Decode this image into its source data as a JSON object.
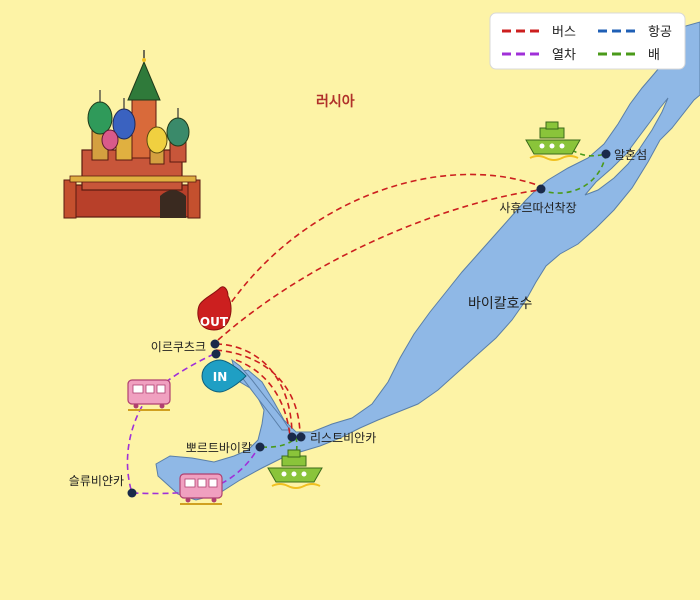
{
  "map": {
    "country_label": "러시아",
    "lake_label": "바이칼호수"
  },
  "places": {
    "irkutsk": "이르쿠츠크",
    "listvyanka": "리스트비안카",
    "port_baikal": "뽀르트바이칼",
    "slyudyanka": "슬류비얀카",
    "sakhyurta": "사휴르따선착장",
    "olkhon": "알혼섬"
  },
  "markers": {
    "out": "OUT",
    "in": "IN"
  },
  "legend": {
    "bus": "버스",
    "air": "항공",
    "train": "열차",
    "ship": "배"
  },
  "colors": {
    "bus": "#cc1f1f",
    "air": "#1f5fb5",
    "train": "#a030d8",
    "ship": "#4a9a1a",
    "lake": "#8fb8e6",
    "land": "#fdf3a6",
    "out_marker": "#cc1f1f",
    "in_marker": "#1f9fc4"
  },
  "icons": [
    "kremlin-church-icon",
    "ferry-icon",
    "train-icon"
  ]
}
